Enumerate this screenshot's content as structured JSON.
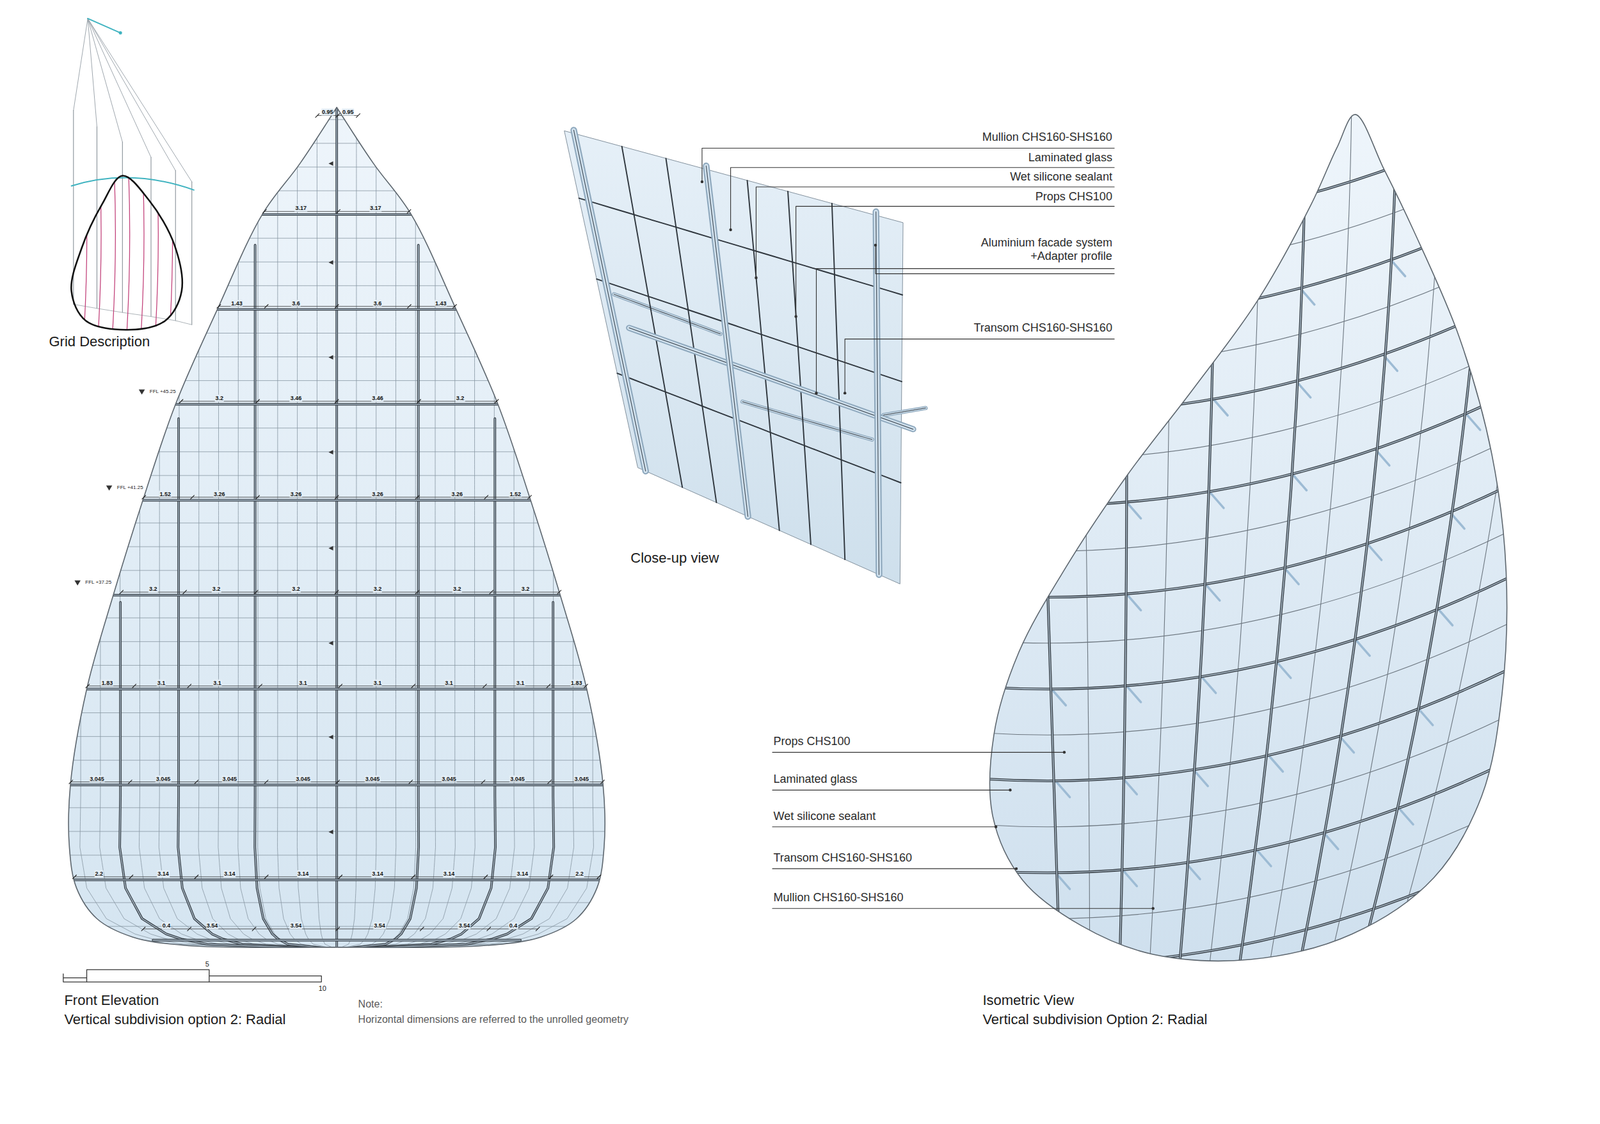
{
  "diagram": {
    "labels": [
      "Grid Description",
      "0.95",
      "0.95",
      "3.17",
      "3.17",
      "1.43",
      "3.6",
      "3.6",
      "1.43",
      "FFL +45.25",
      "3.2",
      "3.46",
      "3.46",
      "3.2",
      "FFL +41.25",
      "1.52",
      "3.26",
      "3.26",
      "3.26",
      "3.26",
      "1.52",
      "FFL +37.25",
      "3.2",
      "3.2",
      "3.2",
      "3.2",
      "3.2",
      "3.2",
      "1.83",
      "3.1",
      "3.1",
      "3.1",
      "3.1",
      "3.1",
      "3.1",
      "1.83",
      "3.045",
      "3.045",
      "3.045",
      "3.045",
      "3.045",
      "3.045",
      "3.045",
      "3.045",
      "2.2",
      "3.14",
      "3.14",
      "3.14",
      "3.14",
      "3.14",
      "3.14",
      "2.2",
      "0.4",
      "3.54",
      "3.54",
      "3.54",
      "3.54",
      "0.4",
      "5",
      "10",
      "Mullion CHS160-SHS160",
      "Laminated glass",
      "Wet silicone sealant",
      "Props CHS100",
      "Aluminium facade system +Adapter profile",
      "Transom CHS160-SHS160",
      "Close-up view",
      "Props CHS100",
      "Laminated glass",
      "Wet silicone sealant",
      "Transom CHS160-SHS160",
      "Mullion CHS160-SHS160",
      "Front Elevation",
      "Vertical subdivision option 2: Radial",
      "Note:",
      "Horizontal dimensions are referred to the unrolled geometry",
      "Isometric View",
      "Vertical subdivision Option 2: Radial"
    ]
  }
}
